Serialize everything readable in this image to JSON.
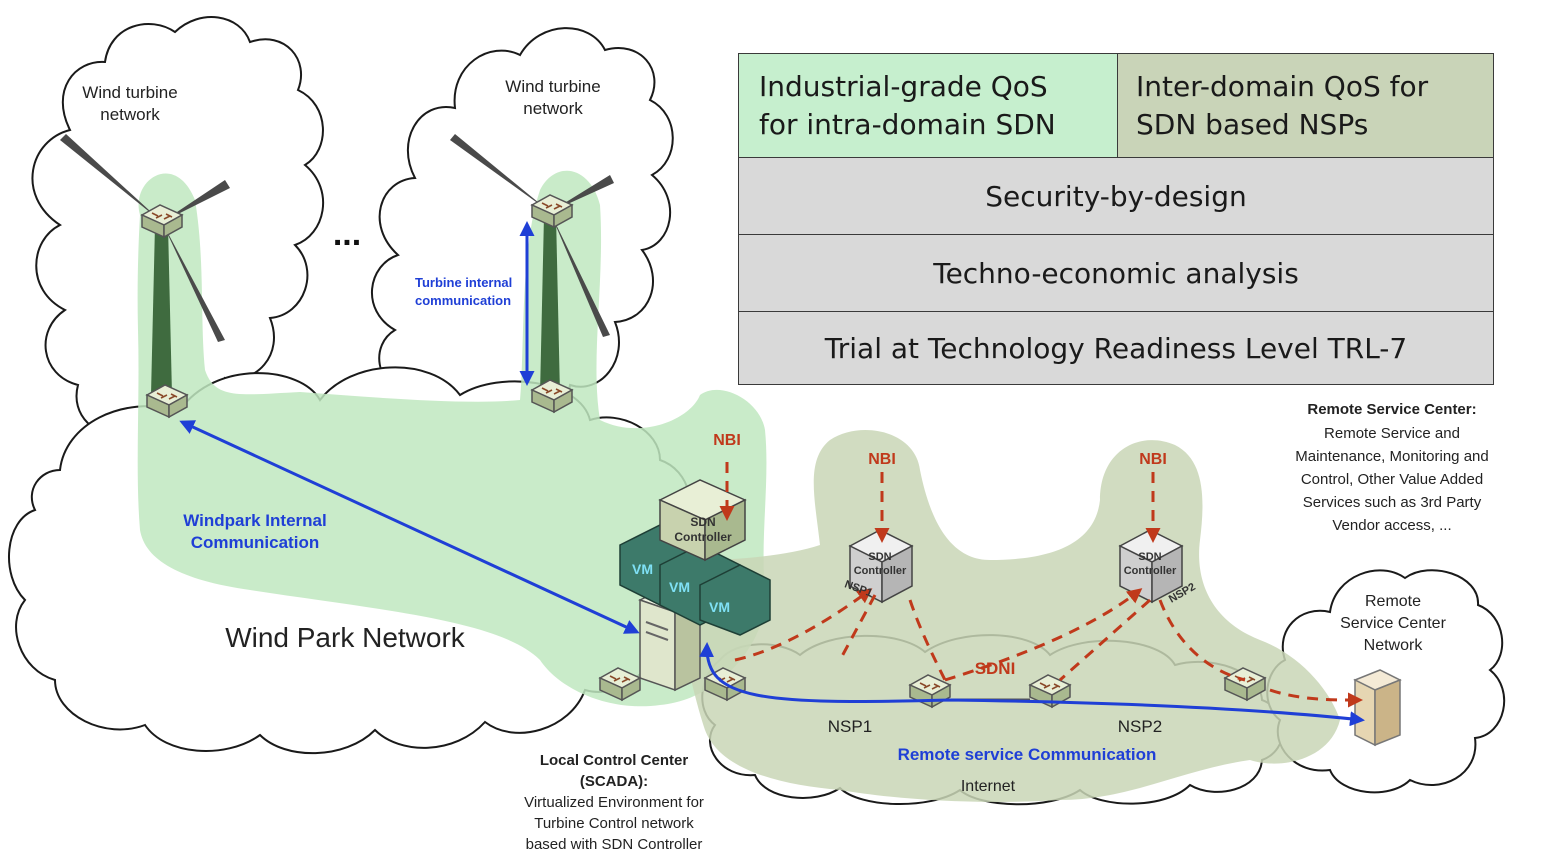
{
  "clouds": {
    "wind_turbine_network_1": "Wind turbine\nnetwork",
    "wind_turbine_network_2": "Wind turbine\nnetwork",
    "wind_park_network": "Wind Park Network",
    "remote_service_center_network": "Remote\nService Center\nNetwork",
    "internet": "Internet"
  },
  "ellipsis": "...",
  "labels": {
    "turbine_internal": "Turbine internal\ncommunication",
    "windpark_internal": "Windpark Internal\nCommunication",
    "nbi": "NBI",
    "sdni": "SDNI",
    "nsp1": "NSP1",
    "nsp2": "NSP2",
    "nsp1_tag": "NSP1",
    "nsp2_tag": "NSP2",
    "sdn_controller": "SDN\nController",
    "vm": "VM",
    "remote_service_comm": "Remote service Communication"
  },
  "remote_service_center": {
    "title": "Remote Service Center:",
    "body": "Remote Service and\nMaintenance, Monitoring and\nControl, Other Value Added\nServices such as 3rd Party\nVendor access, ..."
  },
  "local_control_center": {
    "title": "Local Control Center\n(SCADA):",
    "body": "Virtualized Environment for\nTurbine Control network\nbased with SDN Controller"
  },
  "table": {
    "cell_qos_intra": "Industrial-grade QoS\nfor intra-domain SDN",
    "cell_qos_inter": "Inter-domain QoS for\nSDN based NSPs",
    "row_security": "Security-by-design",
    "row_techno": "Techno-economic analysis",
    "row_trial": "Trial at Technology Readiness Level TRL-7"
  },
  "colors": {
    "green_region": "#bfe8bf",
    "olive_region": "#c9d6b6",
    "dashed_red": "#c0391b",
    "blue_arrow": "#1f3fd6",
    "table_green": "#c6efce",
    "table_olive": "#c9d4b8",
    "table_grey": "#d9d9d9"
  }
}
